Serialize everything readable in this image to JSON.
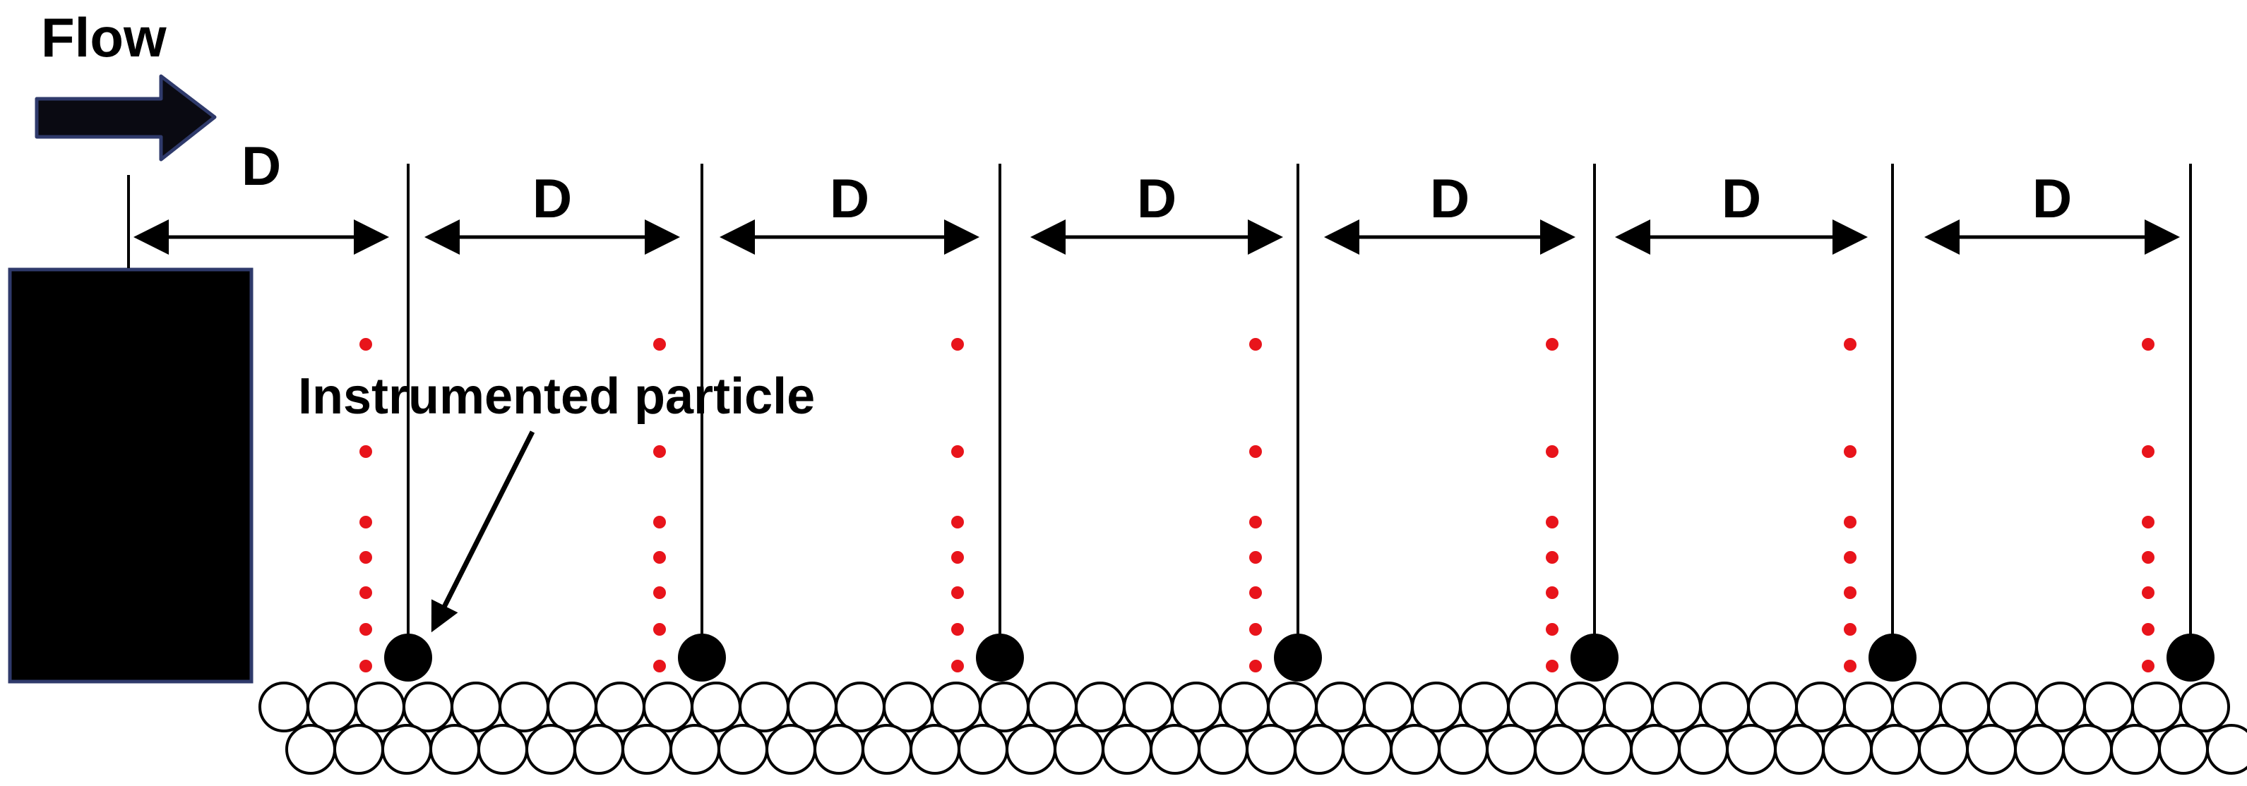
{
  "title": "Flow",
  "spacing_label": "D",
  "callout": "Instrumented particle",
  "columns": 7,
  "probe_points_per_column": 7,
  "bed_rows": 2,
  "colors": {
    "block": "#000000",
    "block_border": "#2f3a6b",
    "arrow_fill": "#0a0a12",
    "arrow_border": "#2f3a6b",
    "probe": "#e8141b",
    "particle": "#000000",
    "bed_fill": "#ffffff",
    "bed_stroke": "#000000",
    "line": "#000000"
  }
}
